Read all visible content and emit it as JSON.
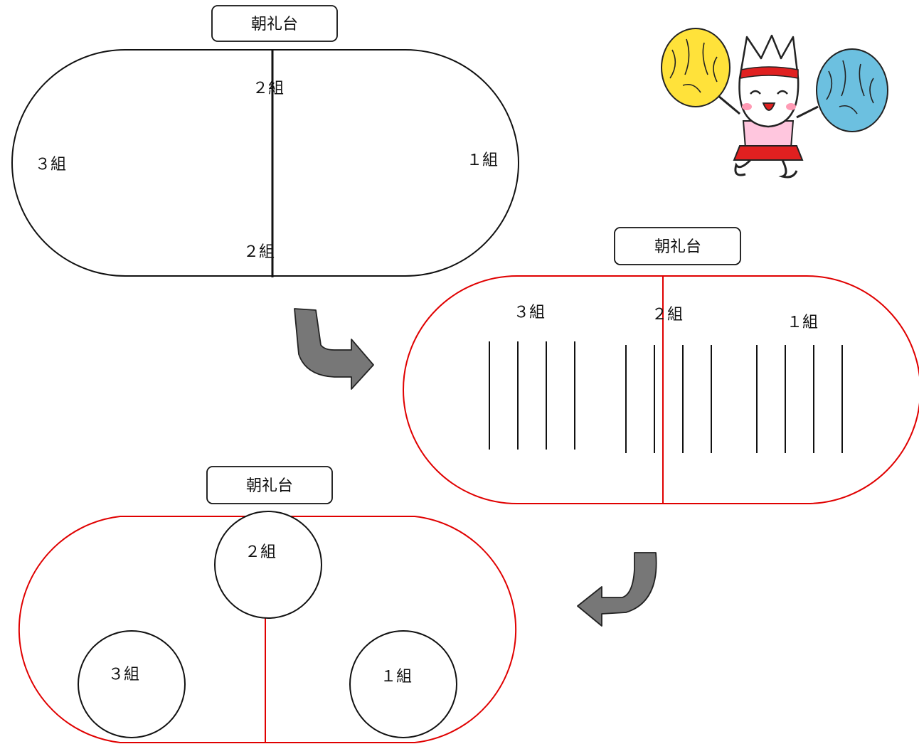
{
  "colors": {
    "outline_black": "#111111",
    "outline_red": "#e00000",
    "arrow_fill": "#777777",
    "pom_yellow": "#ffe23a",
    "pom_blue": "#6cc0e0",
    "headband_red": "#e02020",
    "shirt_pink": "#ffc6de"
  },
  "icons": {
    "arrow_1": "curved-arrow-right",
    "arrow_2": "curved-arrow-left",
    "mascot": "cheerleader-cat"
  },
  "diagram_1": {
    "stage_label": "朝礼台",
    "labels": {
      "top_center": "２組",
      "bottom_center": "２組",
      "left": "３組",
      "right": "１組"
    }
  },
  "diagram_2": {
    "stage_label": "朝礼台",
    "labels": {
      "left": "３組",
      "center": "２組",
      "right": "１組"
    }
  },
  "diagram_3": {
    "stage_label": "朝礼台",
    "labels": {
      "top": "２組",
      "bottom_left": "３組",
      "bottom_right": "１組"
    }
  }
}
